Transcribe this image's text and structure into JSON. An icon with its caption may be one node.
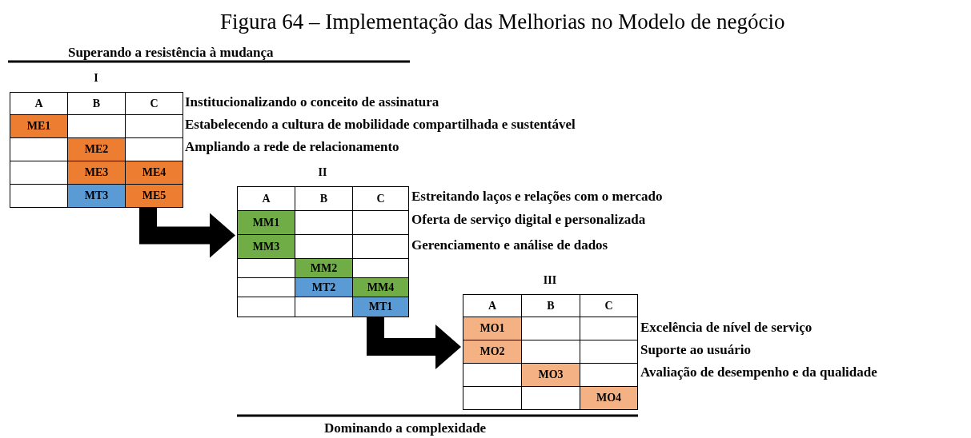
{
  "diagram": {
    "title": "Figura 64 – Implementação das Melhorias no Modelo de negócio",
    "nodes": [
      {
        "text": [
          "I"
        ]
      },
      {
        "text": [
          "A"
        ],
        "in": 0
      },
      {
        "text": [
          "B"
        ],
        "in": 0
      },
      {
        "text": [
          "C"
        ],
        "in": 0
      },
      {
        "text": [
          "ME1"
        ],
        "in": 0
      },
      {
        "text": [
          "ME2"
        ],
        "in": 0
      },
      {
        "text": [
          "ME3"
        ],
        "in": 0
      },
      {
        "text": [
          "ME4"
        ],
        "in": 0
      },
      {
        "text": [
          "MT3"
        ],
        "in": 0
      },
      {
        "text": [
          "ME5"
        ],
        "in": 0
      },
      {
        "text": [
          "II"
        ]
      },
      {
        "text": [
          "A"
        ],
        "in": 10
      },
      {
        "text": [
          "B"
        ],
        "in": 10
      },
      {
        "text": [
          "C"
        ],
        "in": 10
      },
      {
        "text": [
          "MM1"
        ],
        "in": 10
      },
      {
        "text": [
          "MM3"
        ],
        "in": 10
      },
      {
        "text": [
          "MM2"
        ],
        "in": 10
      },
      {
        "text": [
          "MT2"
        ],
        "in": 10
      },
      {
        "text": [
          "MM4"
        ],
        "in": 10
      },
      {
        "text": [
          "MT1"
        ],
        "in": 10
      },
      {
        "text": [
          "III"
        ]
      },
      {
        "text": [
          "A"
        ],
        "in": 20
      },
      {
        "text": [
          "B"
        ],
        "in": 20
      },
      {
        "text": [
          "C"
        ],
        "in": 20
      },
      {
        "text": [
          "MO1"
        ],
        "in": 20
      },
      {
        "text": [
          "MO2"
        ],
        "in": 20
      },
      {
        "text": [
          "MO3"
        ],
        "in": 20
      },
      {
        "text": [
          "MO4"
        ],
        "in": 20
      }
    ],
    "edges": [
      {
        "from": 0,
        "to": 10,
        "arrow": "to"
      },
      {
        "from": 10,
        "to": 20,
        "arrow": "to"
      }
    ],
    "labels": [
      "Superando a resistência à mudança",
      "Institucionalizando o conceito de assinatura",
      "Estabelecendo a cultura de mobilidade compartilhada e sustentável",
      "Ampliando a rede de relacionamento",
      "Estreitando laços e relações com o mercado",
      "Oferta de serviço digital e personalizada",
      "Gerenciamento e análise de dados",
      "Excelência de nível de serviço",
      "Suporte ao usuário",
      "Avaliação de desempenho e da qualidade",
      "Dominando a complexidade"
    ]
  }
}
